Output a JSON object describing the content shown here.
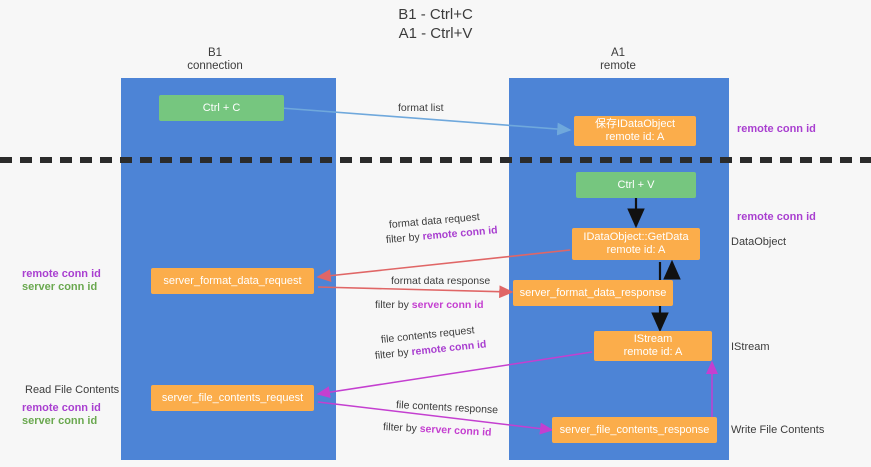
{
  "diagram": {
    "title_line1": "B1 - Ctrl+C",
    "title_line2": "A1 - Ctrl+V",
    "colors": {
      "lane": "#4d84d6",
      "orange": "#fbad4b",
      "green": "#76c67f",
      "purple": "#a93fd0",
      "green_text": "#6aa84f",
      "magenta": "#c43fd0",
      "background": "#f7f7f7",
      "divider": "#2b2b2b",
      "arrow_blue": "#6fa8dc",
      "arrow_black": "#000000",
      "arrow_red": "#e06666",
      "arrow_magenta": "#c43fd0"
    },
    "columns": [
      {
        "name": "B1",
        "sub": "connection"
      },
      {
        "name": "A1",
        "sub": "remote"
      }
    ],
    "boxes": [
      {
        "id": "ctrl-c",
        "label": "Ctrl + C"
      },
      {
        "id": "save-idataobject",
        "label_line1": "保存IDataObject",
        "label_line2": "remote id: A"
      },
      {
        "id": "ctrl-v",
        "label": "Ctrl + V"
      },
      {
        "id": "idataobject-getdata",
        "label_line1": "IDataObject::GetData",
        "label_line2": "remote id: A"
      },
      {
        "id": "server-format-data-request",
        "label": "server_format_data_request"
      },
      {
        "id": "server-format-data-response",
        "label": "server_format_data_response"
      },
      {
        "id": "istream",
        "label_line1": "IStream",
        "label_line2": "remote id: A"
      },
      {
        "id": "server-file-contents-request",
        "label": "server_file_contents_request"
      },
      {
        "id": "server-file-contents-response",
        "label": "server_file_contents_response"
      }
    ],
    "arrow_labels": [
      {
        "id": "format-list",
        "text": "format list"
      },
      {
        "id": "format-data-request",
        "text": "format data request"
      },
      {
        "id": "filter-by-remote-1",
        "prefix": "filter by ",
        "token": "remote conn id"
      },
      {
        "id": "format-data-response",
        "text": "format data response"
      },
      {
        "id": "filter-by-server-1",
        "prefix": "filter by ",
        "token": "server conn id"
      },
      {
        "id": "file-contents-request",
        "text": "file contents request"
      },
      {
        "id": "filter-by-remote-2",
        "prefix": "filter by ",
        "token": "remote conn id"
      },
      {
        "id": "file-contents-response",
        "text": "file contents response"
      },
      {
        "id": "filter-by-server-2",
        "prefix": "filter by ",
        "token": "server conn id"
      }
    ],
    "right_labels": [
      {
        "id": "right-remote-conn-id-1",
        "text": "remote conn id"
      },
      {
        "id": "right-remote-conn-id-2",
        "text": "remote conn id"
      },
      {
        "id": "right-dataobject",
        "text": "DataObject"
      },
      {
        "id": "right-istream",
        "text": "IStream"
      },
      {
        "id": "right-write-file",
        "text": "Write File Contents"
      }
    ],
    "left_labels": [
      {
        "id": "left-remote-conn-id-1",
        "text": "remote conn id"
      },
      {
        "id": "left-server-conn-id-1",
        "text": "server conn id"
      },
      {
        "id": "left-read-file",
        "text": "Read File Contents"
      },
      {
        "id": "left-remote-conn-id-2",
        "text": "remote conn id"
      },
      {
        "id": "left-server-conn-id-2",
        "text": "server conn id"
      }
    ]
  }
}
